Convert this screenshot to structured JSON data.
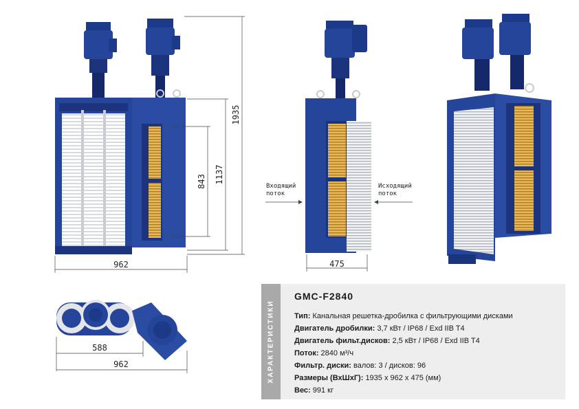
{
  "dimensions": {
    "front_width": "962",
    "front_height_total": "1935",
    "front_height_frame": "1137",
    "front_height_inner": "843",
    "side_width": "475",
    "top_offset": "588",
    "top_width": "962"
  },
  "flow": {
    "inlet": "Входящий поток",
    "outlet": "Исходящий поток"
  },
  "specs": {
    "section_label": "ХАРАКТЕРИСТИКИ",
    "model": "GMC-F2840",
    "rows": [
      {
        "label": "Тип:",
        "value": "Канальная решетка-дробилка  с фильтрующими дисками"
      },
      {
        "label": "Двигатель дробилки:",
        "value": "3,7 кВт / IP68 / Exd IIB T4"
      },
      {
        "label": "Двигатель фильт.дисков:",
        "value": "2,5 кВт / IP68 / Exd IIB T4"
      },
      {
        "label": "Поток:",
        "value": "2840 м³/ч"
      },
      {
        "label": "Фильтр. диски:",
        "value": "валов: 3 / дисков: 96"
      },
      {
        "label": "Размеры (ВхШхГ):",
        "value": "1935 х 962 х 475 (мм)"
      },
      {
        "label": "Вес:",
        "value": "991 кг"
      }
    ]
  },
  "colors": {
    "machine_blue": "#24459a",
    "dark_blue": "#15296a",
    "brass": "#d9a84a",
    "discs": "#dfe2e6",
    "panel": "#eeeeee",
    "panel_side": "#a9a9a9"
  }
}
